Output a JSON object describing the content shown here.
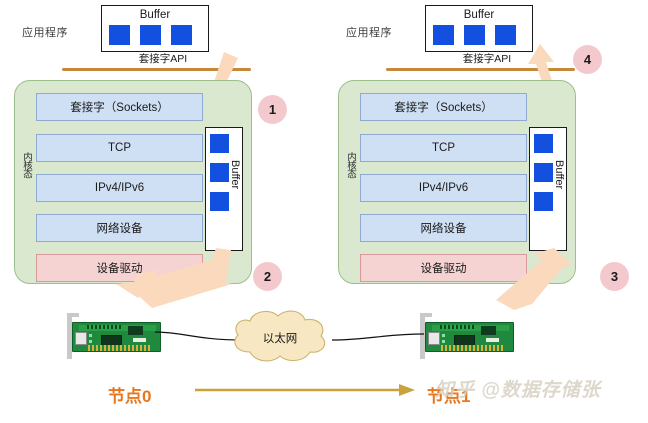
{
  "diagram": {
    "title": "TCP/IP network stack data flow between two nodes",
    "colors": {
      "kernel_fill": "#d9e8cf",
      "kernel_border": "#9cbf8c",
      "layer_fill": "#cfdff4",
      "layer_border": "#8fa9cf",
      "driver_fill": "#f6d3d3",
      "driver_border": "#d79a9a",
      "buffer_square": "#1450e0",
      "api_line": "#c8883c",
      "badge_fill": "#f4c9ce",
      "arrow_fill": "#fbd9bd",
      "cloud_fill": "#f7e7c3",
      "cloud_border": "#cbb46b",
      "nic_board": "#1f8a3d",
      "caption": "#e8761c",
      "flow_arrow": "#c8a33c"
    }
  },
  "nodes": [
    {
      "id": "node0",
      "app_label": "应用程序",
      "app_buffer": {
        "title": "Buffer",
        "squares": 3
      },
      "api_caption": "套接字API",
      "kernel_label": "内核态",
      "layers": [
        {
          "label": "套接字（Sockets）",
          "kind": "protocol"
        },
        {
          "label": "TCP",
          "kind": "protocol"
        },
        {
          "label": "IPv4/IPv6",
          "kind": "protocol"
        },
        {
          "label": "网络设备",
          "kind": "protocol"
        },
        {
          "label": "设备驱动",
          "kind": "driver"
        }
      ],
      "kernel_buffer": {
        "title": "Buffer",
        "squares": 3
      },
      "badges": [
        {
          "number": "1",
          "position": "upper"
        },
        {
          "number": "2",
          "position": "lower"
        }
      ],
      "caption": "节点0",
      "arrow_direction": "down"
    },
    {
      "id": "node1",
      "app_label": "应用程序",
      "app_buffer": {
        "title": "Buffer",
        "squares": 3
      },
      "api_caption": "套接字API",
      "kernel_label": "内核态",
      "layers": [
        {
          "label": "套接字（Sockets）",
          "kind": "protocol"
        },
        {
          "label": "TCP",
          "kind": "protocol"
        },
        {
          "label": "IPv4/IPv6",
          "kind": "protocol"
        },
        {
          "label": "网络设备",
          "kind": "protocol"
        },
        {
          "label": "设备驱动",
          "kind": "driver"
        }
      ],
      "kernel_buffer": {
        "title": "Buffer",
        "squares": 3
      },
      "badges": [
        {
          "number": "4",
          "position": "upper"
        },
        {
          "number": "3",
          "position": "lower"
        }
      ],
      "caption": "节点1",
      "arrow_direction": "up"
    }
  ],
  "network": {
    "cloud_label": "以太网"
  },
  "watermark": {
    "text": "知乎 @数据存储张"
  }
}
